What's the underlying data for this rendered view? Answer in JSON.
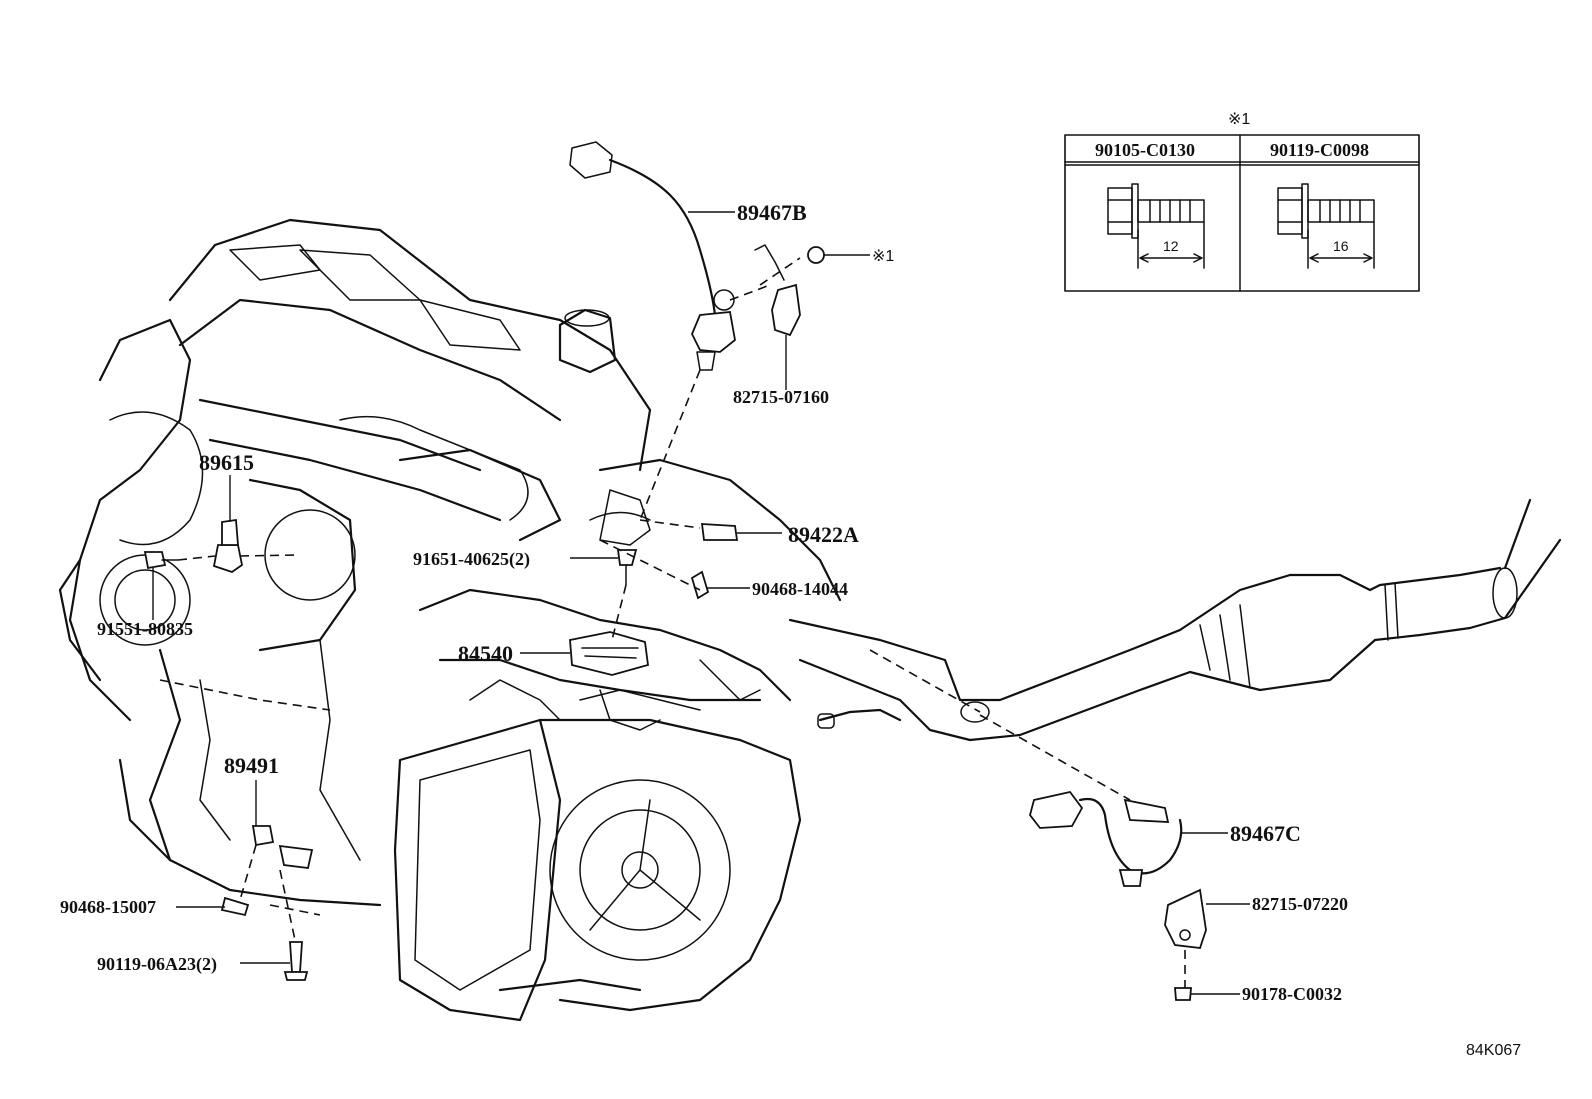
{
  "note_mark": "※1",
  "callouts": {
    "o2_sensor_upper": "89467B",
    "bracket_upper": "82715-07160",
    "bracket_note": "※1",
    "knock_sensor": "89615",
    "bolt_knock": "91551-80835",
    "bolt_pair": "91651-40625(2)",
    "speed_sensor": "89422A",
    "clamp_sensor": "90468-14044",
    "neutral_switch": "84540",
    "rear_speed_sensor": "89491",
    "clamp_lower": "90468-15007",
    "bolt_lower": "90119-06A23(2)",
    "o2_sensor_lower": "89467C",
    "bracket_lower": "82715-07220",
    "nut_lower": "90178-C0032"
  },
  "bolt_table": {
    "title": "※1",
    "columns": [
      {
        "part_no": "90105-C0130",
        "length": "12"
      },
      {
        "part_no": "90119-C0098",
        "length": "16"
      }
    ]
  },
  "diagram_code": "84K067"
}
